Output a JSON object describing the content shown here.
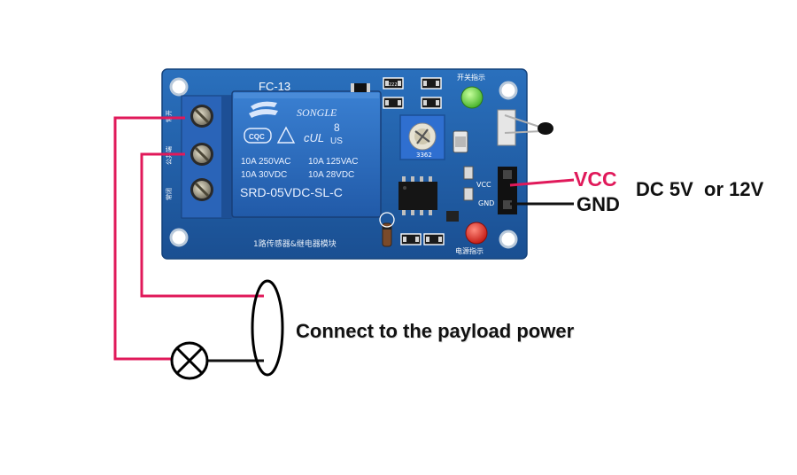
{
  "board": {
    "model": "FC-13",
    "relay_brand": "SONGLE",
    "relay_rating_1": "10A 250VAC",
    "relay_rating_2": "10A 30VDC",
    "relay_rating_3": "10A 125VAC",
    "relay_rating_4": "10A 28VDC",
    "relay_part": "SRD-05VDC-SL-C",
    "relay_mark": "CQC",
    "relay_ul": "cUL",
    "relay_digit": "8",
    "relay_us": "US",
    "pot_code": "3362",
    "pin_vcc": "VCC",
    "pin_gnd": "GND",
    "silk_bottom": "1路传感器&继电器模块",
    "led_switch_label": "开关指示",
    "led_power_label": "电源指示",
    "terminal_labels": [
      "常开",
      "公共端",
      "常闭"
    ],
    "smd_code": "222",
    "colors": {
      "pcb": "#1f5fa8",
      "relay": "#2b6bc0",
      "terminal": "#2a64b8",
      "led_green": "#59d43a",
      "led_red": "#e5221a",
      "wire_power": "#e0195a",
      "wire_ground": "#000000"
    }
  },
  "labels": {
    "vcc": "VCC",
    "gnd": "GND",
    "supply": "DC 5V  or 12V",
    "payload": "Connect to the payload power"
  },
  "colors": {
    "vcc_text": "#e0195a",
    "text": "#111111"
  },
  "icons": {
    "load": "lamp-icon",
    "power_source": "ac-power-source-icon"
  }
}
